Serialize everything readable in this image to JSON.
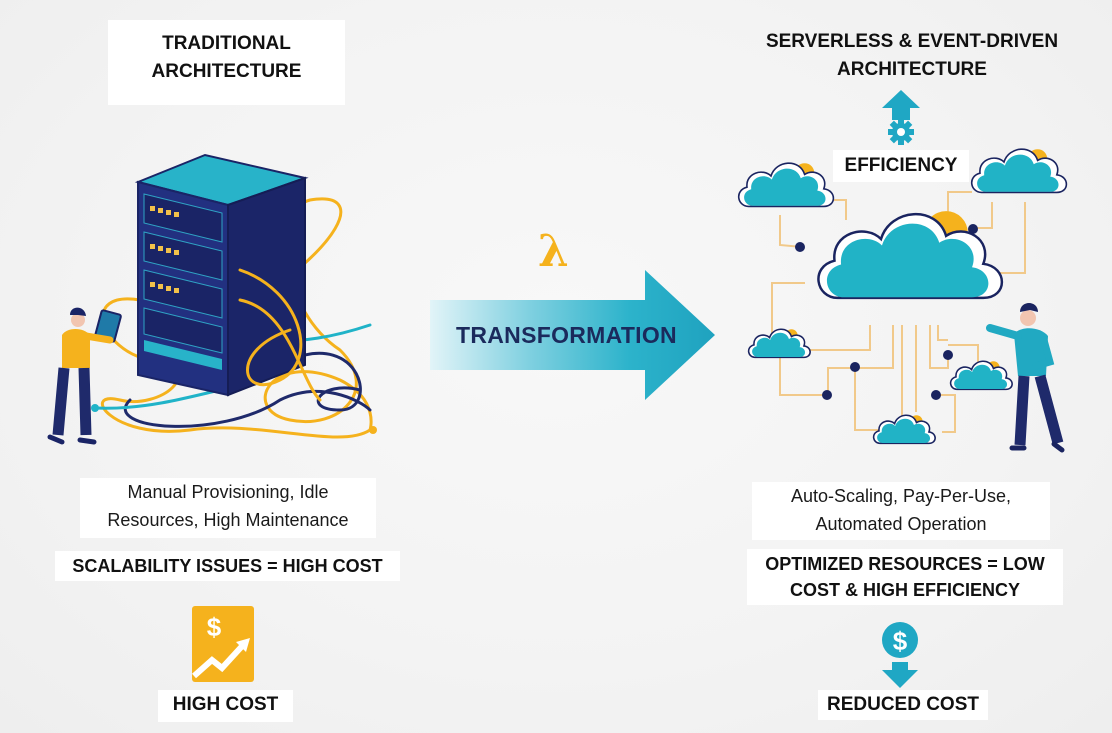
{
  "left": {
    "title_line1": "TRADITIONAL",
    "title_line2": "ARCHITECTURE",
    "description_line1": "Manual Provisioning, Idle",
    "description_line2": "Resources, High Maintenance",
    "summary": "SCALABILITY ISSUES = HIGH COST",
    "cost_label": "HIGH COST",
    "cost_icon": "dollar-rising-chart-icon",
    "illustration": "server-rack-with-tangled-cables"
  },
  "center": {
    "symbol": "λ",
    "arrow_label": "TRANSFORMATION"
  },
  "right": {
    "title_line1": "SERVERLESS & EVENT-DRIVEN",
    "title_line2": "ARCHITECTURE",
    "efficiency_label": "EFFICIENCY",
    "efficiency_icon": "gear-up-arrow-icon",
    "description_line1": "Auto-Scaling, Pay-Per-Use,",
    "description_line2": "Automated Operation",
    "summary_line1": "OPTIMIZED RESOURCES = LOW",
    "summary_line2": "COST & HIGH EFFICIENCY",
    "cost_label": "REDUCED COST",
    "cost_icon": "dollar-down-arrow-icon",
    "illustration": "connected-cloud-network"
  },
  "colors": {
    "navy": "#1f2a6b",
    "teal": "#20b3c8",
    "gold": "#f5b21d",
    "arrow_dark": "#1a9fc0",
    "arrow_light": "#d8f1f6",
    "text_navy": "#1b2a5c"
  }
}
